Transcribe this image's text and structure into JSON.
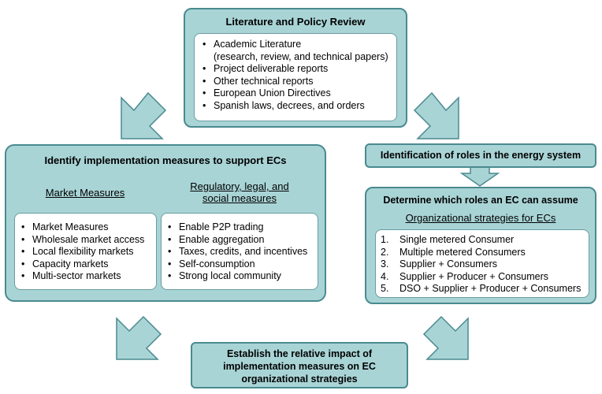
{
  "colors": {
    "box_fill": "#a9d4d6",
    "box_border": "#4a8a8f",
    "arrow_fill": "#a9d4d6"
  },
  "lit_review": {
    "title": "Literature and Policy Review",
    "items": [
      "Academic Literature",
      "Project deliverable reports",
      "Other technical reports",
      "European Union Directives",
      "Spanish laws, decrees, and orders"
    ],
    "items_note": "(research, review, and technical papers)"
  },
  "implementation": {
    "title": "Identify implementation measures to support ECs",
    "market_title": "Market Measures",
    "market_items": [
      "Market Measures",
      "Wholesale market access",
      "Local flexibility markets",
      "Capacity markets",
      "Multi-sector markets"
    ],
    "regulatory_title_line1": "Regulatory, legal, and",
    "regulatory_title_line2": "social measures",
    "regulatory_items": [
      "Enable P2P trading",
      "Enable aggregation",
      "Taxes, credits, and incentives",
      "Self-consumption",
      "Strong local community"
    ]
  },
  "roles_identification": {
    "title": "Identification of roles in the energy system"
  },
  "roles_determine": {
    "title": "Determine which roles an EC can assume",
    "subtitle": "Organizational strategies for ECs",
    "items": [
      {
        "num": "1.",
        "text": "Single metered Consumer"
      },
      {
        "num": "2.",
        "text": "Multiple metered Consumers"
      },
      {
        "num": "3.",
        "text": "Supplier + Consumers"
      },
      {
        "num": "4.",
        "text": "Supplier + Producer + Consumers"
      },
      {
        "num": "5.",
        "text": "DSO + Supplier + Producer + Consumers"
      }
    ]
  },
  "impact": {
    "line1": "Establish the relative impact of",
    "line2": "implementation measures on EC",
    "line3": "organizational strategies"
  }
}
